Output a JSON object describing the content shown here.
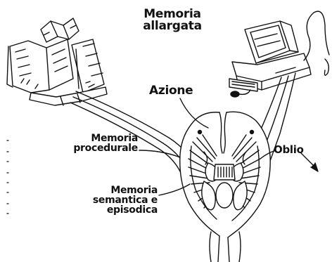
{
  "labels": {
    "extended_memory": {
      "line1": "Memoria",
      "line2": "allargata"
    },
    "action": "Azione",
    "procedural_memory": {
      "line1": "Memoria",
      "line2": "procedurale"
    },
    "forgetting": "Oblio",
    "semantic_episodic": {
      "line1": "Memoria",
      "line2": "semantica e",
      "line3": "episodica"
    }
  },
  "colors": {
    "ink": "#111111",
    "paper": "#ffffff"
  }
}
